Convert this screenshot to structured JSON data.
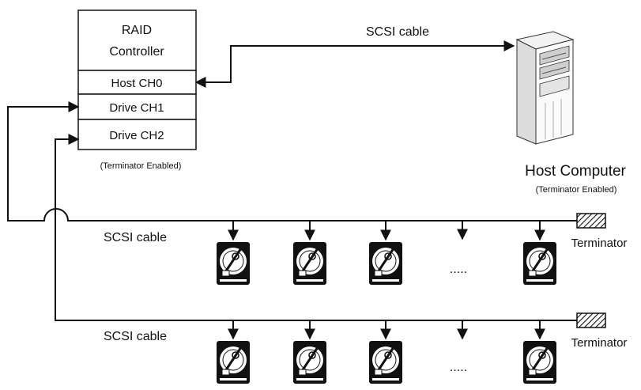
{
  "controller": {
    "title_line1": "RAID",
    "title_line2": "Controller",
    "channels": [
      "Host CH0",
      "Drive CH1",
      "Drive CH2"
    ],
    "note": "(Terminator Enabled)"
  },
  "host": {
    "cable_label": "SCSI cable",
    "computer_label": "Host Computer",
    "note": "(Terminator Enabled)",
    "icon": "tower-computer-icon"
  },
  "bus_1": {
    "cable_label": "SCSI cable",
    "ellipsis": ".....",
    "terminator_label": "Terminator",
    "drive_icon": "hard-disk-icon"
  },
  "bus_2": {
    "cable_label": "SCSI cable",
    "ellipsis": ".....",
    "terminator_label": "Terminator",
    "drive_icon": "hard-disk-icon"
  }
}
